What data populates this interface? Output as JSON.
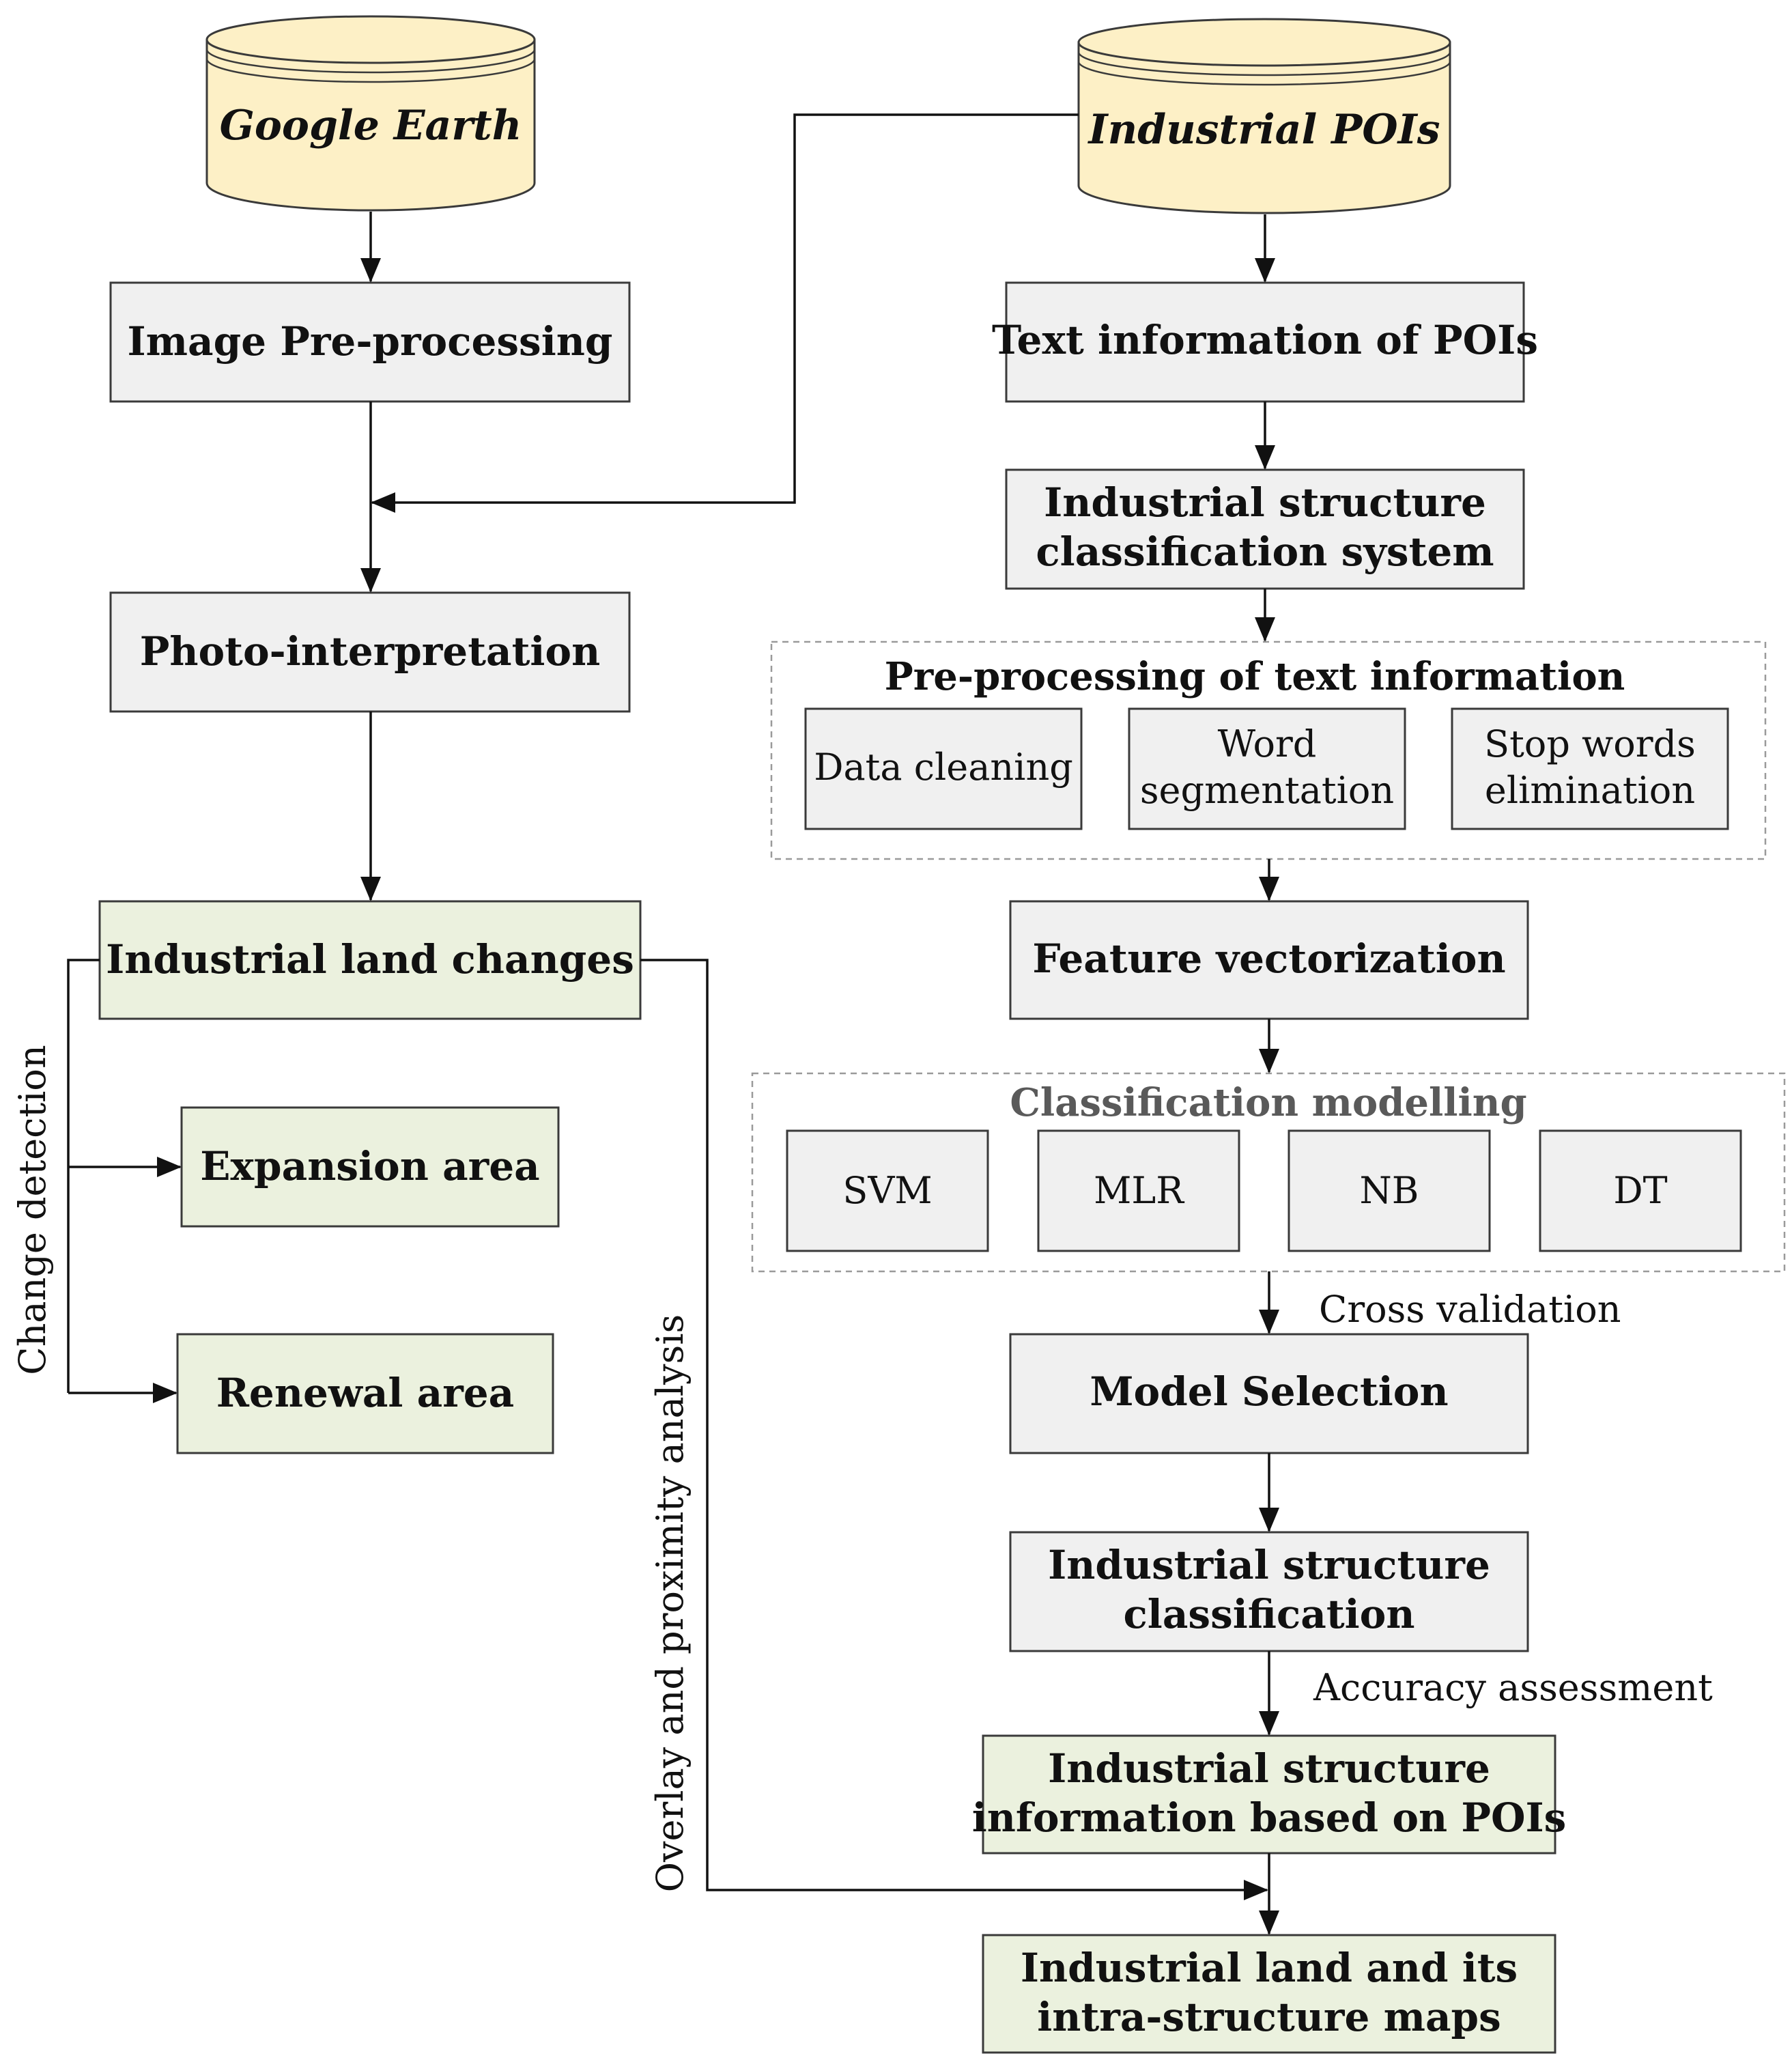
{
  "sources": {
    "google_earth": "Google Earth",
    "industrial_pois": "Industrial POIs"
  },
  "left": {
    "image_preprocessing": "Image Pre-processing",
    "photo_interpretation": "Photo-interpretation",
    "industrial_land_changes": "Industrial land changes",
    "expansion_area": "Expansion area",
    "renewal_area": "Renewal area",
    "change_detection_label": "Change detection",
    "overlay_label": "Overlay and proximity analysis"
  },
  "right": {
    "text_information": "Text information of POIs",
    "classification_system": [
      "Industrial structure",
      "classification system"
    ],
    "preprocessing_group": {
      "title": "Pre-processing of text information",
      "data_cleaning": "Data cleaning",
      "word_segmentation": [
        "Word",
        "segmentation"
      ],
      "stop_words": [
        "Stop words",
        "elimination"
      ]
    },
    "feature_vectorization": "Feature vectorization",
    "modelling_group": {
      "title": "Classification modelling",
      "models": [
        "SVM",
        "MLR",
        "NB",
        "DT"
      ]
    },
    "cross_validation": "Cross validation",
    "model_selection": "Model Selection",
    "structure_classification": [
      "Industrial structure",
      "classification"
    ],
    "accuracy_assessment": "Accuracy assessment",
    "structure_information": [
      "Industrial structure",
      "information based on POIs"
    ],
    "final_maps": [
      "Industrial land and its",
      "intra-structure maps"
    ]
  }
}
